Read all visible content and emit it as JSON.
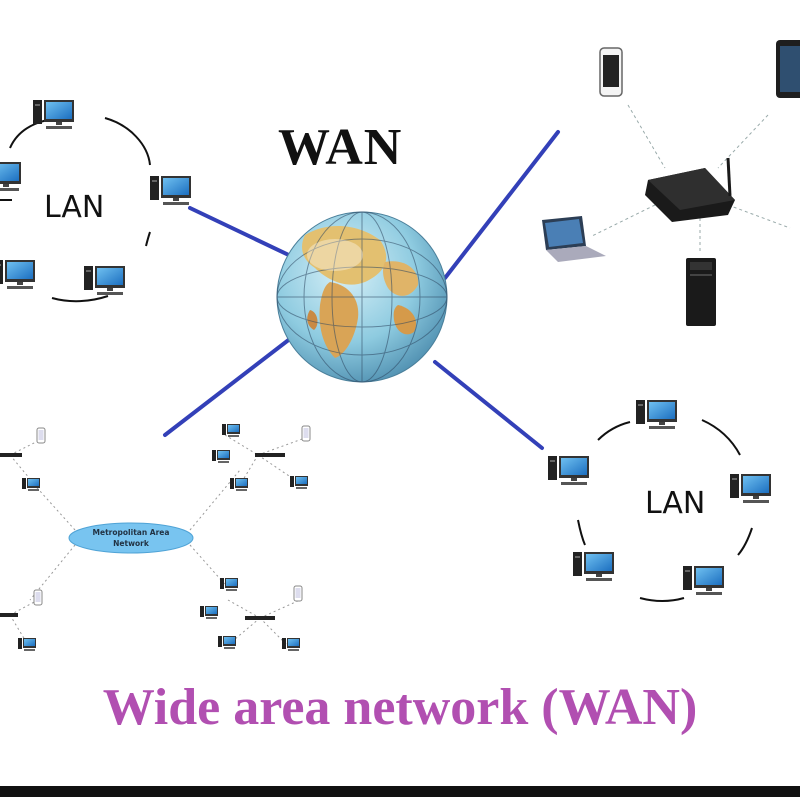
{
  "title": "WAN",
  "lan_left": "LAN",
  "lan_right": "LAN",
  "man_label": "Metropolitan Area Network",
  "caption": "Wide area network (WAN)",
  "colors": {
    "link": "#3340b8",
    "globe_ocean": "#8ecbe0",
    "globe_land": "#e3c070",
    "caption": "#b14fb1",
    "man_ellipse": "#78c4f0",
    "router": "#1a1a1a"
  },
  "icons": [
    "globe-icon",
    "desktop-computer-icon",
    "smartphone-icon",
    "tablet-icon",
    "laptop-icon",
    "wireless-router-icon",
    "tower-server-icon",
    "switch-icon"
  ]
}
